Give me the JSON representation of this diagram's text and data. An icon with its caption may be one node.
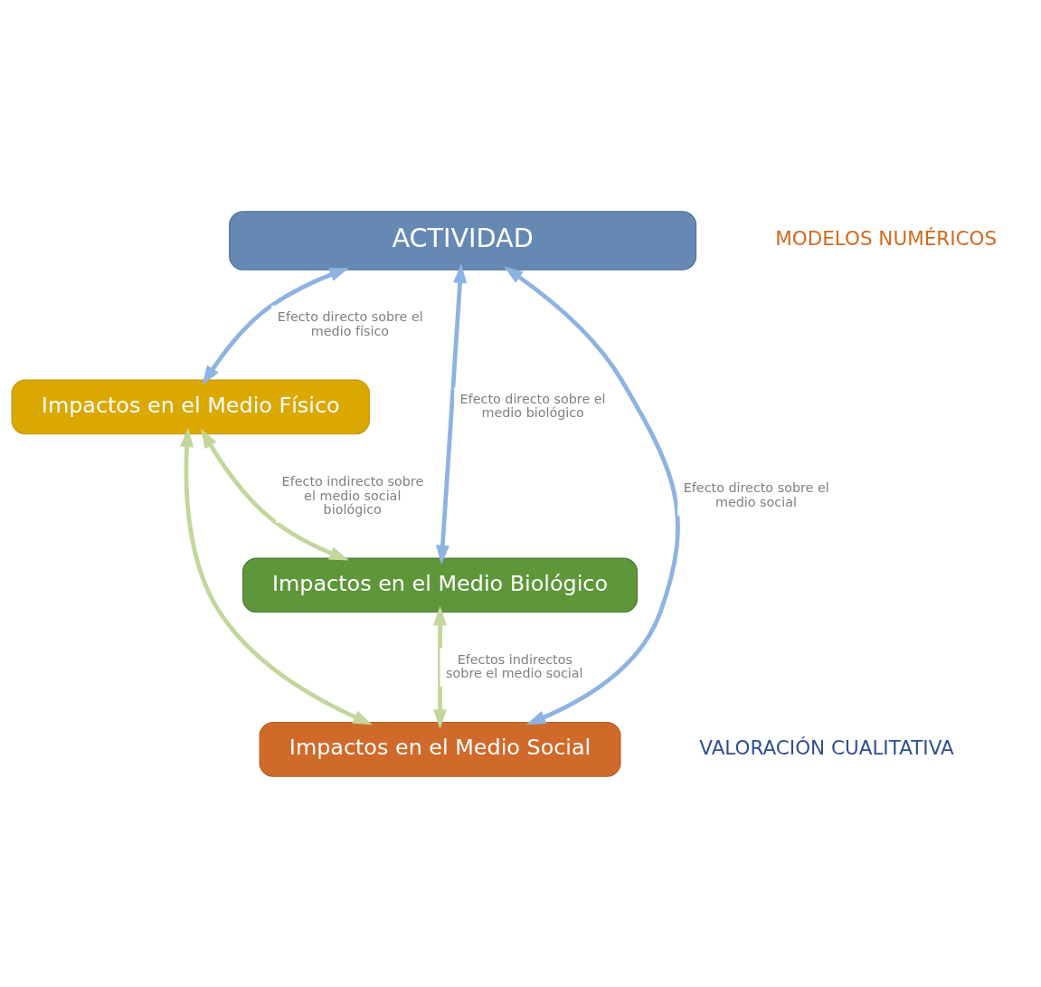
{
  "diagram": {
    "nodes": [
      {
        "text": [
          "ACTIVIDAD"
        ]
      },
      {
        "text": [
          "Impactos en el Medio Físico"
        ]
      },
      {
        "text": [
          "Impactos en el Medio Biológico"
        ]
      },
      {
        "text": [
          "Impactos en el Medio Social"
        ]
      }
    ],
    "edges": [
      {
        "from": 0,
        "to": 1,
        "arrow": "both",
        "label": "Efecto directo sobre el medio físico",
        "color": "#8db3e2"
      },
      {
        "from": 0,
        "to": 2,
        "arrow": "both",
        "label": "Efecto directo sobre el medio biológico",
        "color": "#8db3e2"
      },
      {
        "from": 0,
        "to": 3,
        "arrow": "both",
        "label": "Efecto directo sobre el medio social",
        "color": "#8db3e2"
      },
      {
        "from": 1,
        "to": 2,
        "arrow": "both",
        "label": "Efecto indirecto sobre el medio social biológico",
        "color": "#c3d69b"
      },
      {
        "from": 1,
        "to": 3,
        "arrow": "both",
        "color": "#c3d69b"
      },
      {
        "from": 2,
        "to": 3,
        "arrow": "both",
        "label": "Efectos indirectos sobre el medio social",
        "color": "#c3d69b"
      }
    ],
    "labels": [
      "MODELOS NUMÉRICOS",
      "VALORACIÓN CUALITATIVA"
    ]
  }
}
